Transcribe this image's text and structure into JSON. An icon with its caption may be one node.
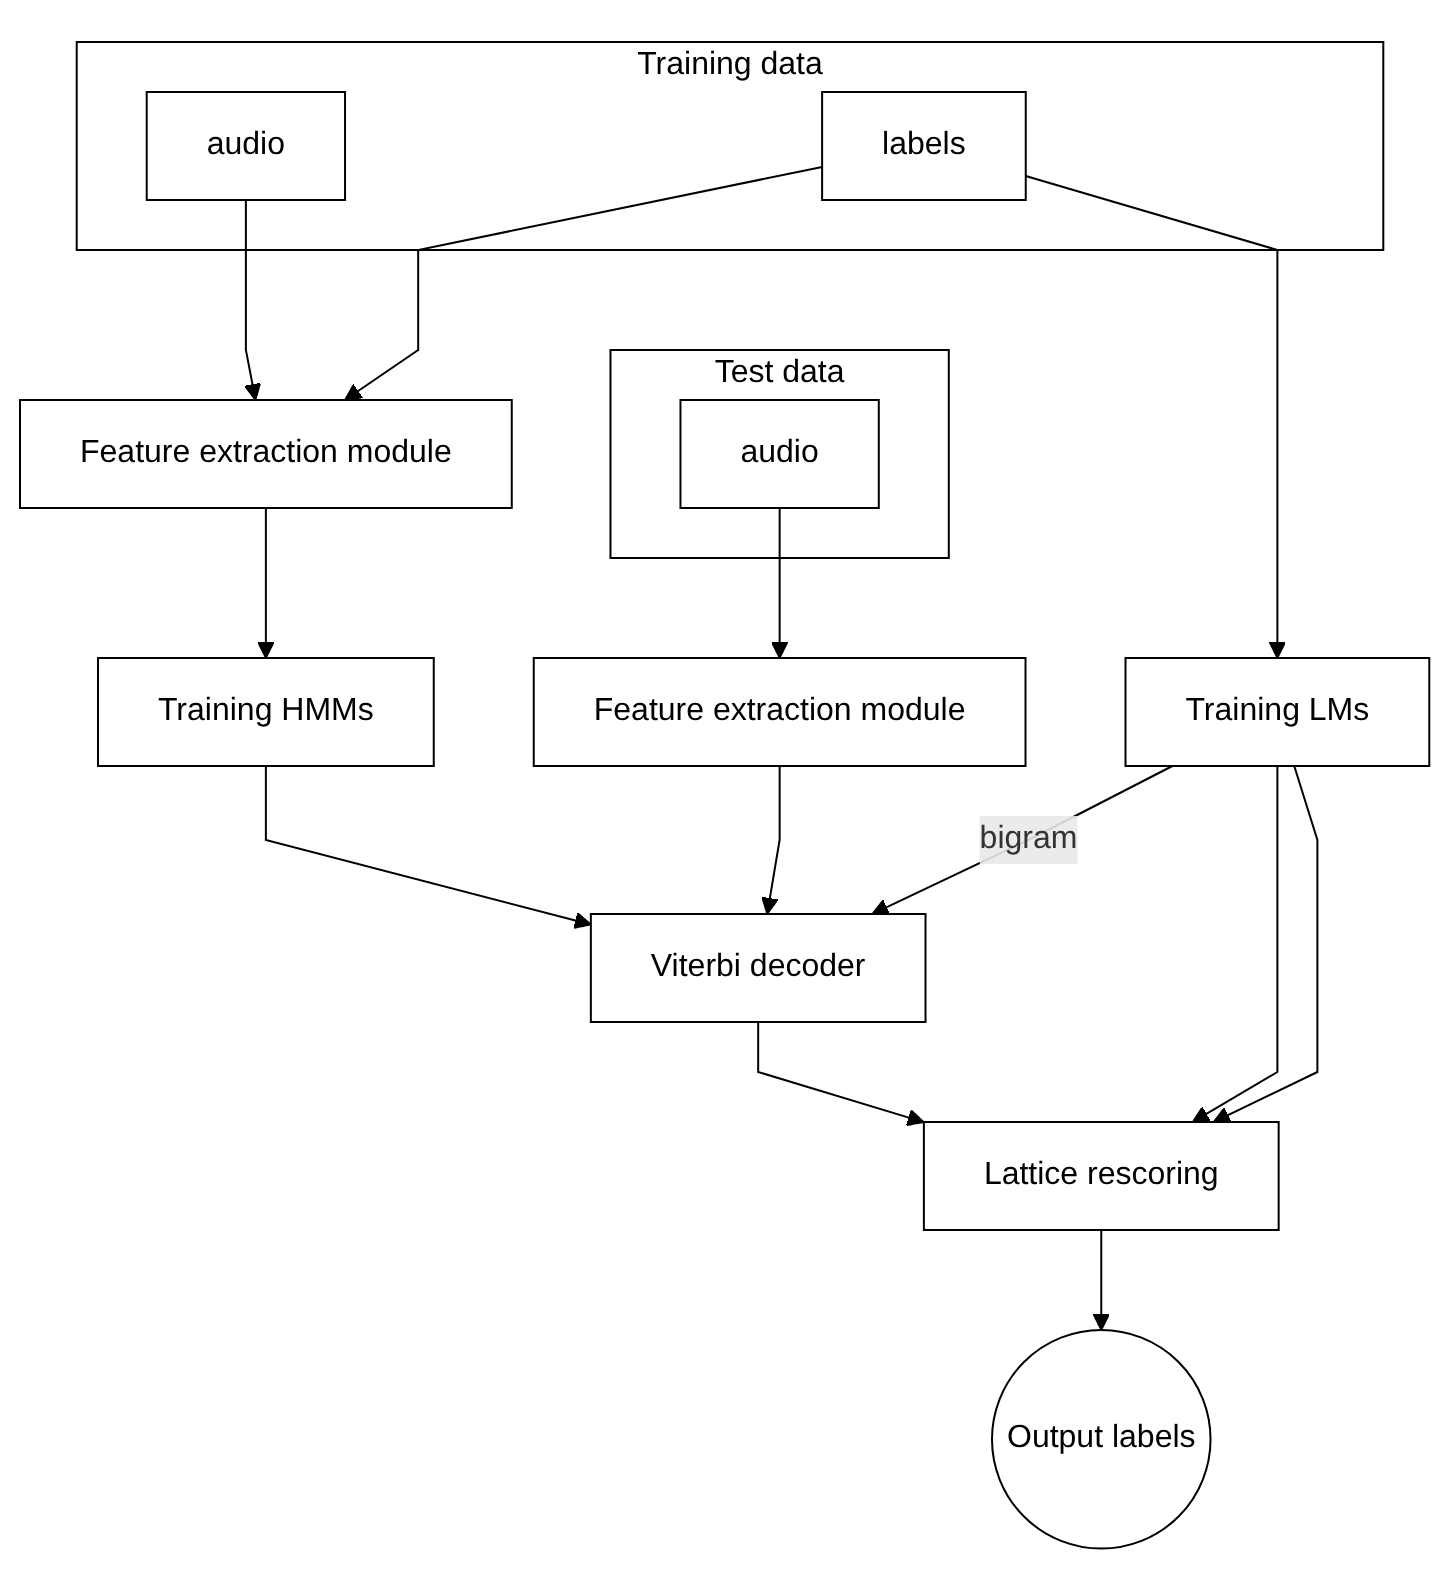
{
  "diagram": {
    "nodes": [
      {
        "text": [
          "Training data"
        ]
      },
      {
        "text": [
          "audio"
        ],
        "in": 0
      },
      {
        "text": [
          "labels"
        ],
        "in": 0
      },
      {
        "text": [
          "Test data"
        ]
      },
      {
        "text": [
          "audio"
        ],
        "in": 3
      },
      {
        "text": [
          "Training HMMs"
        ]
      },
      {
        "text": [
          "Feature extraction module"
        ]
      },
      {
        "text": [
          "Viterbi decoder"
        ]
      },
      {
        "text": [
          "Feature extraction module"
        ]
      },
      {
        "text": [
          "Training LMs"
        ]
      },
      {
        "text": [
          "Lattice rescoring"
        ]
      },
      {
        "text": [
          "Output labels"
        ]
      }
    ],
    "edges": [
      {
        "from": 1,
        "to": 6,
        "arrow": "to"
      },
      {
        "from": 2,
        "to": 6,
        "arrow": "to"
      },
      {
        "from": 2,
        "to": 9,
        "arrow": "to"
      },
      {
        "from": 6,
        "to": 5,
        "arrow": "to"
      },
      {
        "from": 4,
        "to": 8,
        "arrow": "to"
      },
      {
        "from": 5,
        "to": 7,
        "arrow": "to"
      },
      {
        "from": 8,
        "to": 7,
        "arrow": "to"
      },
      {
        "from": 9,
        "to": 7,
        "arrow": "to",
        "label": "bigram"
      },
      {
        "from": 7,
        "to": 10,
        "arrow": "to"
      },
      {
        "from": 9,
        "to": 10,
        "arrow": "to"
      },
      {
        "from": 9,
        "to": 10,
        "arrow": "to"
      },
      {
        "from": 10,
        "to": 11,
        "arrow": "to"
      }
    ]
  }
}
